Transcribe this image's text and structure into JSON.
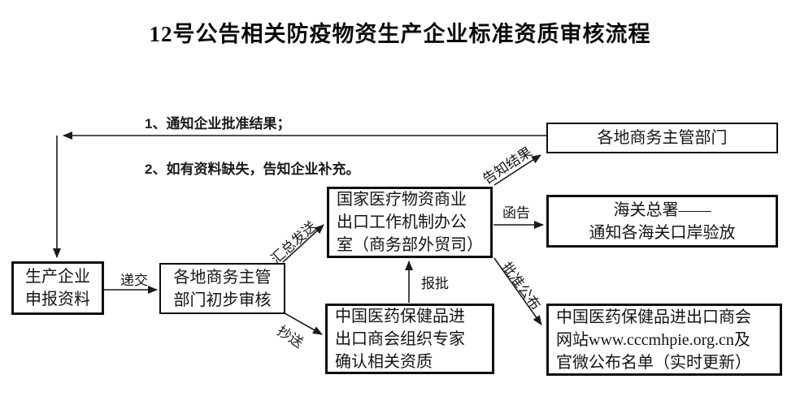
{
  "title": "12号公告相关防疫物资生产企业标准资质审核流程",
  "note": {
    "line1": "1、通知企业批准结果；",
    "line2": "2、如有资料缺失，告知企业补充。"
  },
  "nodes": {
    "producer": {
      "label": "生产企业\n申报资料"
    },
    "local_review": {
      "label": "各地商务主管\n部门初步审核"
    },
    "national_office": {
      "label": "国家医疗物资商业\n出口工作机制办公\n室（商务部外贸司）"
    },
    "chamber_experts": {
      "label": "中国医药保健品进\n出口商会组织专家\n确认相关资质"
    },
    "local_departments": {
      "label": "各地商务主管部门"
    },
    "customs": {
      "label": "海关总署——\n通知各海关口岸验放"
    },
    "chamber_website": {
      "label": "中国医药保健品进出口商会\n网站www.cccmhpie.org.cn及\n官微公布名单（实时更新）"
    }
  },
  "edge_labels": {
    "submit": "递交",
    "summarize_send": "汇总发送",
    "copy_send": "抄送",
    "report_approval": "报批",
    "notify_result": "告知结果",
    "letter_notice": "函告",
    "approve_publish": "批准公布"
  },
  "colors": {
    "stroke": "#1a1a1a",
    "background": "#ffffff"
  }
}
